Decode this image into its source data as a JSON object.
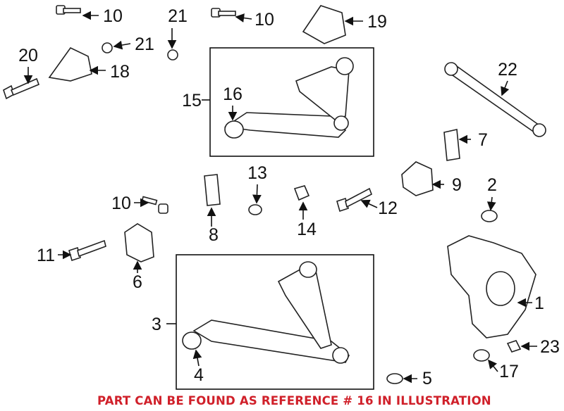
{
  "callouts": [
    "10",
    "10",
    "21",
    "21",
    "20",
    "18",
    "19",
    "22",
    "15",
    "16",
    "7",
    "13",
    "9",
    "2",
    "10",
    "12",
    "14",
    "8",
    "11",
    "6",
    "1",
    "3",
    "23",
    "4",
    "17",
    "5"
  ],
  "note": "PART CAN BE FOUND AS REFERENCE # 16 IN ILLUSTRATION",
  "colors": {
    "note": "#d0202a",
    "lines": "#111111"
  }
}
